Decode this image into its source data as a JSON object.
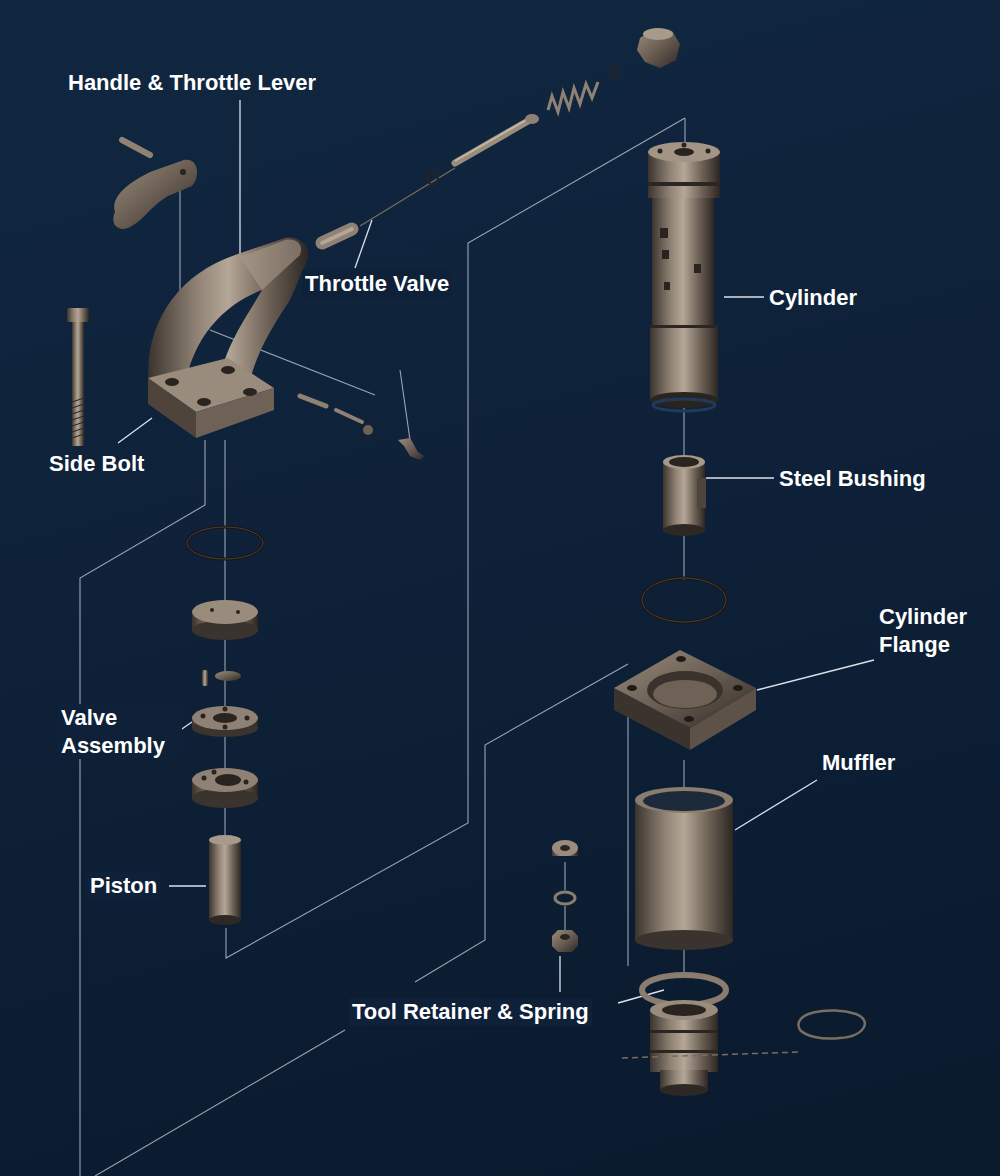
{
  "diagram": {
    "labels": [
      "Handle & Throttle Lever",
      "Throttle Valve",
      "Cylinder",
      "Side Bolt",
      "Steel Bushing",
      "Cylinder Flange",
      "Valve Assembly",
      "Muffler",
      "Piston",
      "Tool Retainer & Spring"
    ]
  }
}
